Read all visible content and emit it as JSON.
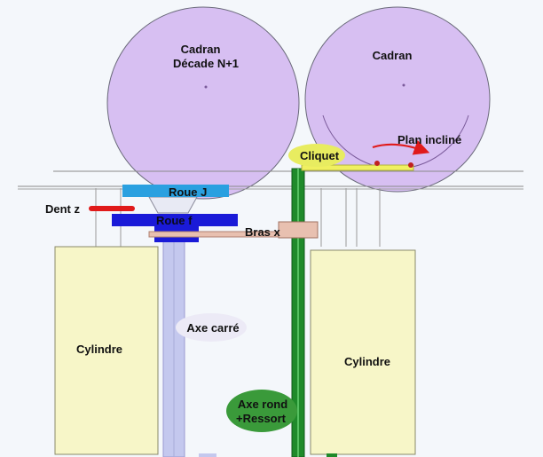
{
  "labels": {
    "dial_left_line1": "Cadran",
    "dial_left_line2": "Décade N+1",
    "dial_right": "Cadran",
    "inclined_plane": "Plan incliné",
    "pawl": "Cliquet",
    "wheel_j": "Roue J",
    "wheel_f": "Roue  f",
    "tooth_z": "Dent z",
    "arm_x": "Bras x",
    "square_axis": "Axe carré",
    "left_cylinder": "Cylindre",
    "right_cylinder": "Cylindre",
    "round_axis_line1": "Axe rond",
    "round_axis_line2": "+Ressort"
  },
  "colors": {
    "background": "#f4f7fb",
    "dial_fill": "#d7bff2",
    "dial_stroke": "#6a6a7a",
    "cylinder_fill": "#f7f6c8",
    "cylinder_stroke": "#8a8a6a",
    "wheel_j": "#2aa0e0",
    "wheel_f": "#1a1ad8",
    "tooth_z": "#e01a1a",
    "arm_x": "#e8c0b0",
    "square_axis": "#c4c8ee",
    "round_axis": "#1f8a2a",
    "pawl_ellipse": "#e8ec60",
    "pawl_bar": "#f0f060",
    "round_axis_ellipse": "#3a9a3a",
    "square_axis_ellipse": "#eceaf6",
    "arrow": "#e01a1a",
    "frame_line": "#8a8a8a"
  }
}
